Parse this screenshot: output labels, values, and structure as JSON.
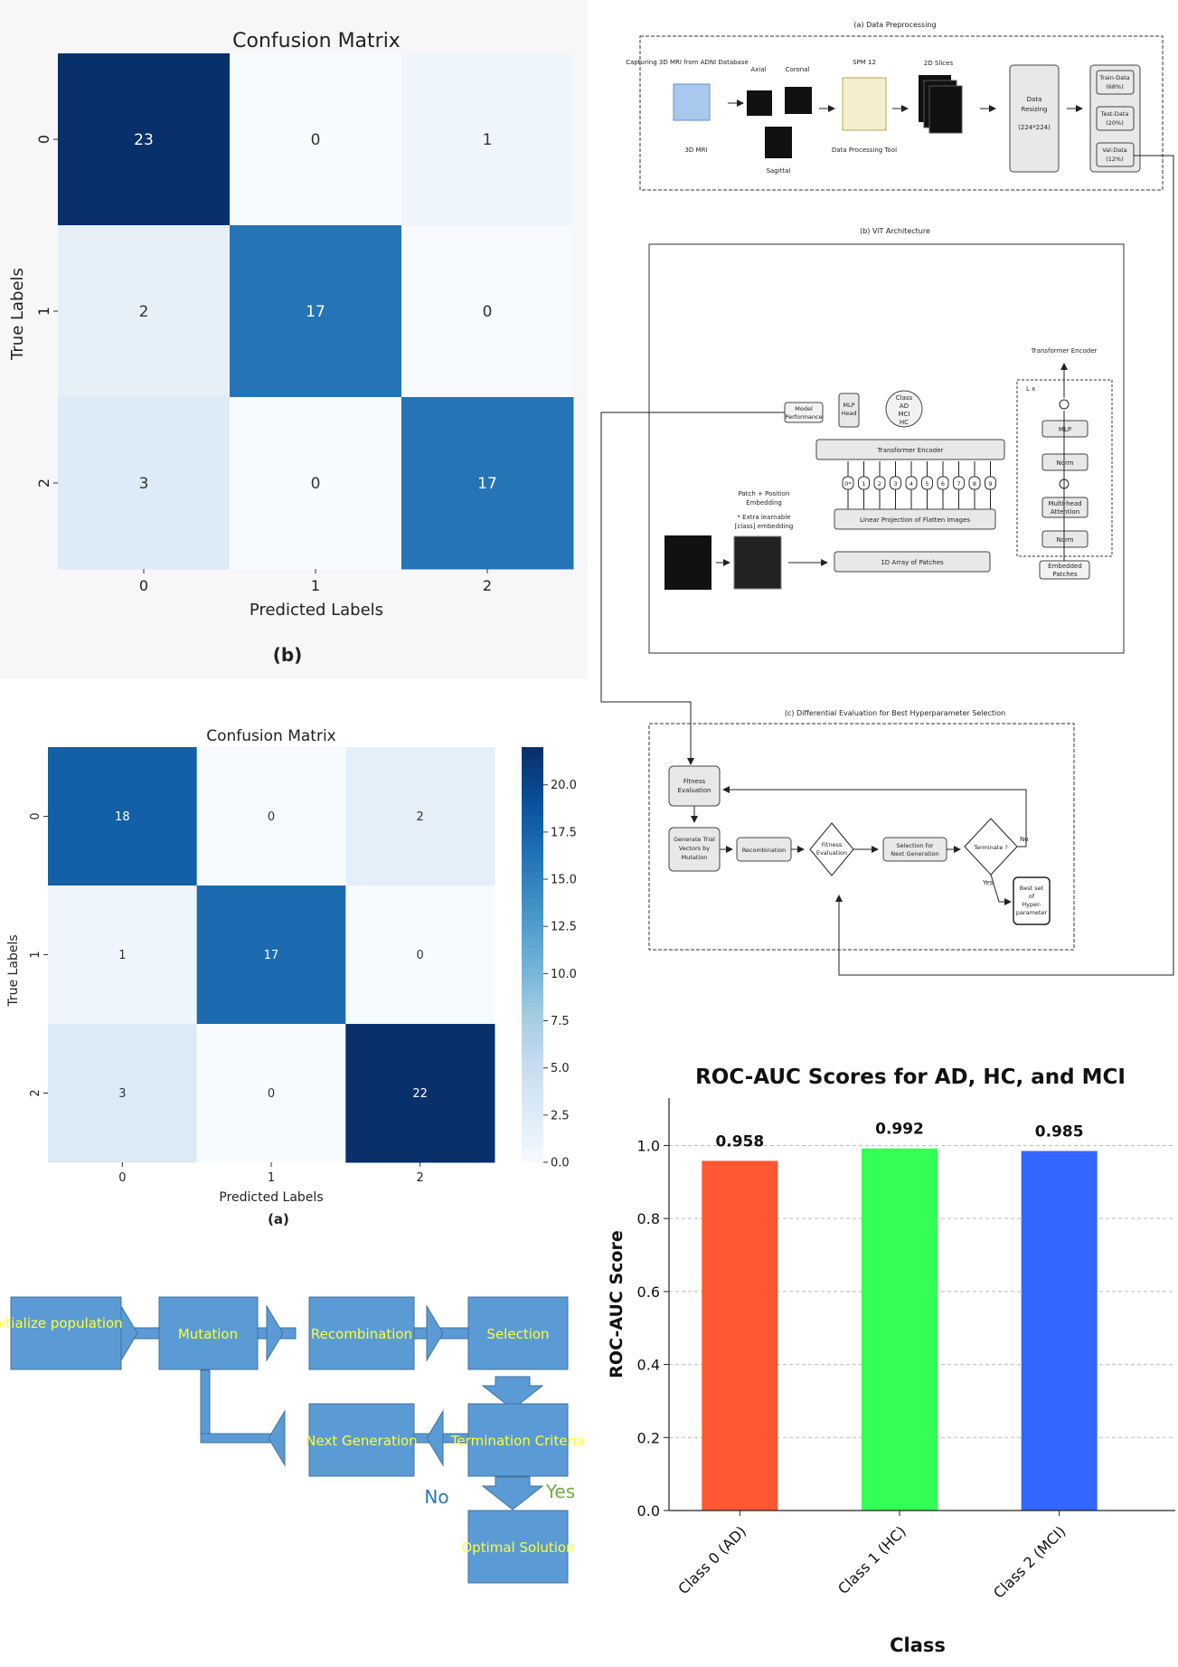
{
  "chart_data": [
    {
      "type": "heatmap",
      "title": "Confusion Matrix",
      "xlabel": "Predicted Labels",
      "ylabel": "True Labels",
      "caption": "(b)",
      "x_ticks": [
        "0",
        "1",
        "2"
      ],
      "y_ticks": [
        "0",
        "1",
        "2"
      ],
      "matrix": [
        [
          23,
          0,
          1
        ],
        [
          2,
          17,
          0
        ],
        [
          3,
          0,
          17
        ]
      ],
      "colorbar": false,
      "colormap": "Blues"
    },
    {
      "type": "heatmap",
      "title": "Confusion Matrix",
      "xlabel": "Predicted Labels",
      "ylabel": "True Labels",
      "caption": "(a)",
      "x_ticks": [
        "0",
        "1",
        "2"
      ],
      "y_ticks": [
        "0",
        "1",
        "2"
      ],
      "matrix": [
        [
          18,
          0,
          2
        ],
        [
          1,
          17,
          0
        ],
        [
          3,
          0,
          22
        ]
      ],
      "colorbar": true,
      "colorbar_ticks": [
        "0.0",
        "2.5",
        "5.0",
        "7.5",
        "10.0",
        "12.5",
        "15.0",
        "17.5",
        "20.0"
      ],
      "colorbar_max": 22,
      "colormap": "Blues"
    },
    {
      "type": "bar",
      "title": "ROC-AUC Scores for AD, HC, and MCI",
      "xlabel": "Class",
      "ylabel": "ROC-AUC Score",
      "categories": [
        "Class 0 (AD)",
        "Class 1 (HC)",
        "Class 2 (MCI)"
      ],
      "values": [
        0.958,
        0.992,
        0.985
      ],
      "value_labels": [
        "0.958",
        "0.992",
        "0.985"
      ],
      "colors": [
        "#ff5733",
        "#33ff57",
        "#3366ff"
      ],
      "y_ticks": [
        "0.0",
        "0.2",
        "0.4",
        "0.6",
        "0.8",
        "1.0"
      ],
      "ylim": [
        0,
        1.13
      ],
      "grid": "y-dashed"
    }
  ],
  "flowchart": {
    "nodes": {
      "init": "Initialize population",
      "mutation": "Mutation",
      "recombination": "Recombination",
      "selection": "Selection",
      "termination": "Termination Criteria",
      "next_gen": "Next Generation",
      "optimal": "Optimal Solution"
    },
    "no_label": "No",
    "yes_label": "Yes",
    "box_color": "#5b9bd5",
    "text_color": "#ffff33",
    "no_color": "#2e75b6",
    "yes_color": "#70ad47"
  },
  "architecture": {
    "a": {
      "title": "(a) Data Preprocessing",
      "capture": "Capturing 3D MRI from ADNI Database",
      "mri3d": "3D MRI",
      "axial": "Axial",
      "coronal": "Coronal",
      "sagittal": "Sagittal",
      "spm": "SPM 12",
      "tool": "Data Processing Tool",
      "slices": "2D Slices",
      "resize_1": "Data",
      "resize_2": "Resizing",
      "resize_3": "(224*224)",
      "train_1": "Train-Data",
      "train_2": "(68%)",
      "test_1": "Test-Data",
      "test_2": "(20%)",
      "val_1": "Val-Data",
      "val_2": "(12%)"
    },
    "b": {
      "title": "(b) ViT Architecture",
      "te_title": "Transformer Encoder",
      "lx": "L x",
      "mlp": "MLP",
      "norm": "Norm",
      "mha_1": "Multi-head",
      "mha_2": "Attention",
      "emb_1": "Embedded",
      "emb_2": "Patches",
      "model_perf_1": "Model",
      "model_perf_2": "Performance",
      "mlp_head_1": "MLP",
      "mlp_head_2": "Head",
      "class_1": "Class",
      "class_2": "AD",
      "class_3": "MCI",
      "class_4": "HC",
      "transformer": "Transformer Encoder",
      "patch_pos_1": "Patch + Position",
      "patch_pos_2": "Embedding",
      "extra_1": "* Extra learnable",
      "extra_2": "[class] embedding",
      "linear": "Linear Projection of Flatten Images",
      "array1d": "1D Array of Patches",
      "tokens": [
        "0*",
        "1",
        "2",
        "3",
        "4",
        "5",
        "6",
        "7",
        "8",
        "9"
      ]
    },
    "c": {
      "title": "(c) Differential Evaluation for Best Hyperparameter Selection",
      "fitness_1": "Fitness",
      "fitness_2": "Evaluation",
      "trial_1": "Generate Trial",
      "trial_2": "Vectors by",
      "trial_3": "Mutation",
      "recomb": "Recombination",
      "fit2_1": "Fitness",
      "fit2_2": "Evaluation",
      "sel_1": "Selection for",
      "sel_2": "Next Generation",
      "terminate": "Terminate ?",
      "no": "No",
      "yes": "Yes",
      "best_1": "Best set",
      "best_2": "of",
      "best_3": "Hyper-",
      "best_4": "parameter"
    }
  }
}
